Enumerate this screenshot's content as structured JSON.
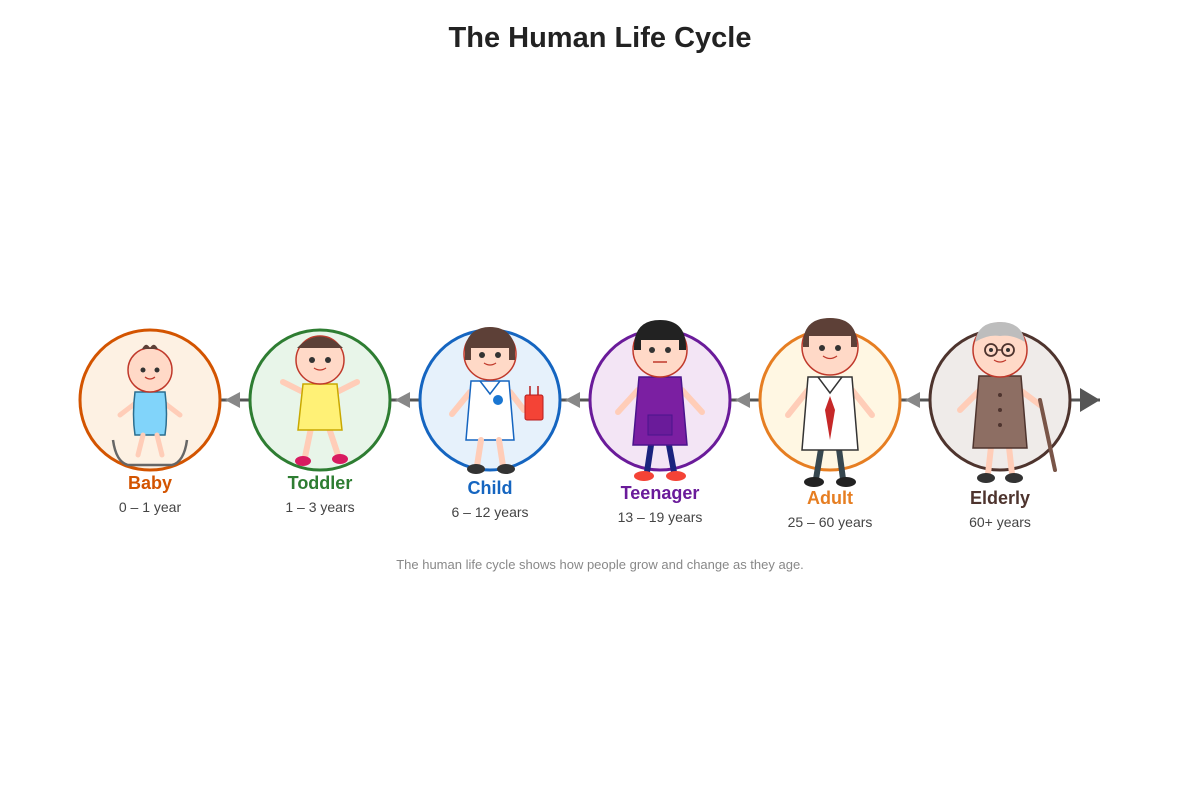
{
  "title": "The Human Life Cycle",
  "caption": "The human life cycle shows how people grow and change as they age.",
  "stages": [
    {
      "name": "Baby",
      "age": "0 – 1 year",
      "color": "#d35400",
      "fill": "#fdf1e3"
    },
    {
      "name": "Toddler",
      "age": "1 – 3 years",
      "color": "#2e7d32",
      "fill": "#e8f5e9"
    },
    {
      "name": "Child",
      "age": "6 – 12 years",
      "color": "#1565c0",
      "fill": "#e6f1fb"
    },
    {
      "name": "Teenager",
      "age": "13 – 19 years",
      "color": "#6a1b9a",
      "fill": "#f3e5f5"
    },
    {
      "name": "Adult",
      "age": "25 – 60 years",
      "color": "#e67e22",
      "fill": "#fff7e3"
    },
    {
      "name": "Elderly",
      "age": "60+ years",
      "color": "#4e342e",
      "fill": "#efebe9"
    }
  ],
  "colors": {
    "arrow": "#555555",
    "arrowhead": "#888888",
    "skin": "#ffd9c7",
    "skin_outline": "#c0392b"
  }
}
